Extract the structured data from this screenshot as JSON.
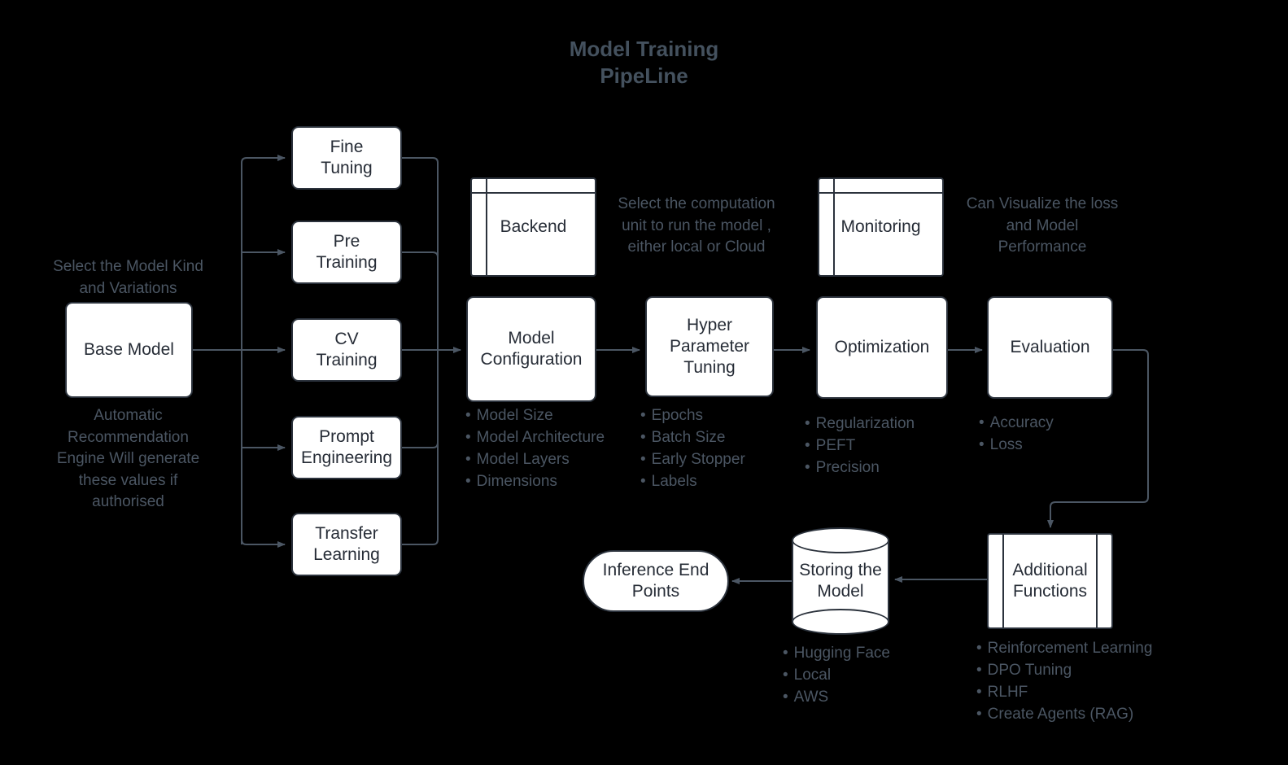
{
  "title": "Model Training\nPipeLine",
  "colors": {
    "background": "#000000",
    "node_fill": "#ffffff",
    "node_stroke": "#2b323c",
    "node_text": "#262c36",
    "note_text": "#4b5663",
    "title_text": "#44515e",
    "edge": "#4b5663"
  },
  "nodes": {
    "base_model": "Base Model",
    "fine_tuning": "Fine\nTuning",
    "pre_training": "Pre\nTraining",
    "cv_training": "CV\nTraining",
    "prompt_engineering": "Prompt\nEngineering",
    "transfer_learning": "Transfer\nLearning",
    "backend": "Backend",
    "monitoring": "Monitoring",
    "model_configuration": "Model\nConfiguration",
    "hyper_parameter_tuning": "Hyper\nParameter\nTuning",
    "optimization": "Optimization",
    "evaluation": "Evaluation",
    "additional_functions": "Additional\nFunctions",
    "storing_the_model": "Storing the\nModel",
    "inference_end_points": "Inference End\nPoints"
  },
  "notes": {
    "base_model_top": "Select the Model Kind\nand Variations",
    "base_model_bottom": "Automatic\nRecommendation\nEngine Will generate\nthese values if\nauthorised",
    "backend": "Select the computation\nunit to run the model ,\neither local or Cloud",
    "monitoring": "Can Visualize the loss\nand Model\nPerformance"
  },
  "bullets": {
    "model_configuration": [
      "Model Size",
      "Model Architecture",
      "Model Layers",
      "Dimensions"
    ],
    "hyper_parameter_tuning": [
      "Epochs",
      "Batch Size",
      "Early Stopper",
      "Labels"
    ],
    "optimization": [
      "Regularization",
      "PEFT",
      "Precision"
    ],
    "evaluation": [
      "Accuracy",
      "Loss"
    ],
    "storing_the_model": [
      "Hugging Face",
      "Local",
      "AWS"
    ],
    "additional_functions": [
      "Reinforcement Learning",
      "DPO Tuning",
      "RLHF",
      "Create Agents (RAG)"
    ]
  }
}
